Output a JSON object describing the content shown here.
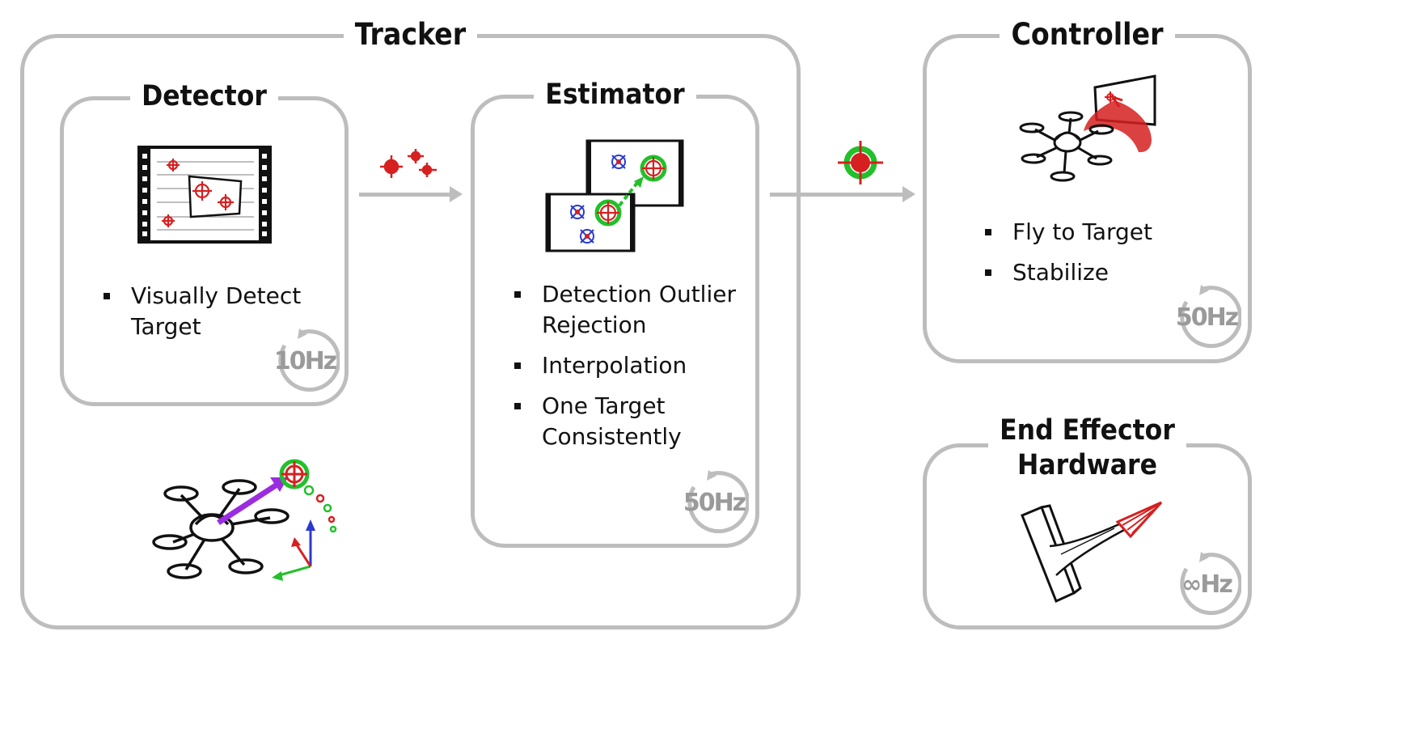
{
  "tracker": {
    "title": "Tracker",
    "detector": {
      "title": "Detector",
      "bullets": [
        "Visually Detect Target"
      ],
      "rate": "10Hz"
    },
    "estimator": {
      "title": "Estimator",
      "bullets": [
        "Detection Outlier Rejection",
        "Interpolation",
        "One Target Consistently"
      ],
      "rate": "50Hz"
    }
  },
  "controller": {
    "title": "Controller",
    "bullets": [
      "Fly to Target",
      "Stabilize"
    ],
    "rate": "50Hz"
  },
  "end_effector": {
    "title_line1": "End Effector",
    "title_line2": "Hardware",
    "rate": "∞Hz"
  },
  "icons": {
    "detector_sketch": "film-frame-with-targets-icon",
    "estimator_sketch": "two-frames-with-tracked-targets-icon",
    "controller_sketch": "drone-flying-to-screen-target-icon",
    "end_effector_sketch": "end-effector-tool-icon",
    "tracker_sketch": "hexacopter-with-target-vector-icon",
    "rate_indicator": "circular-refresh-arrow-icon"
  },
  "colors": {
    "box_border": "#bdbdbd",
    "target_red": "#d62020",
    "target_green": "#22c02a",
    "rejected_blue": "#2a3ad0",
    "vector_purple": "#9b2de0",
    "rate_text": "#9a9a9a"
  }
}
